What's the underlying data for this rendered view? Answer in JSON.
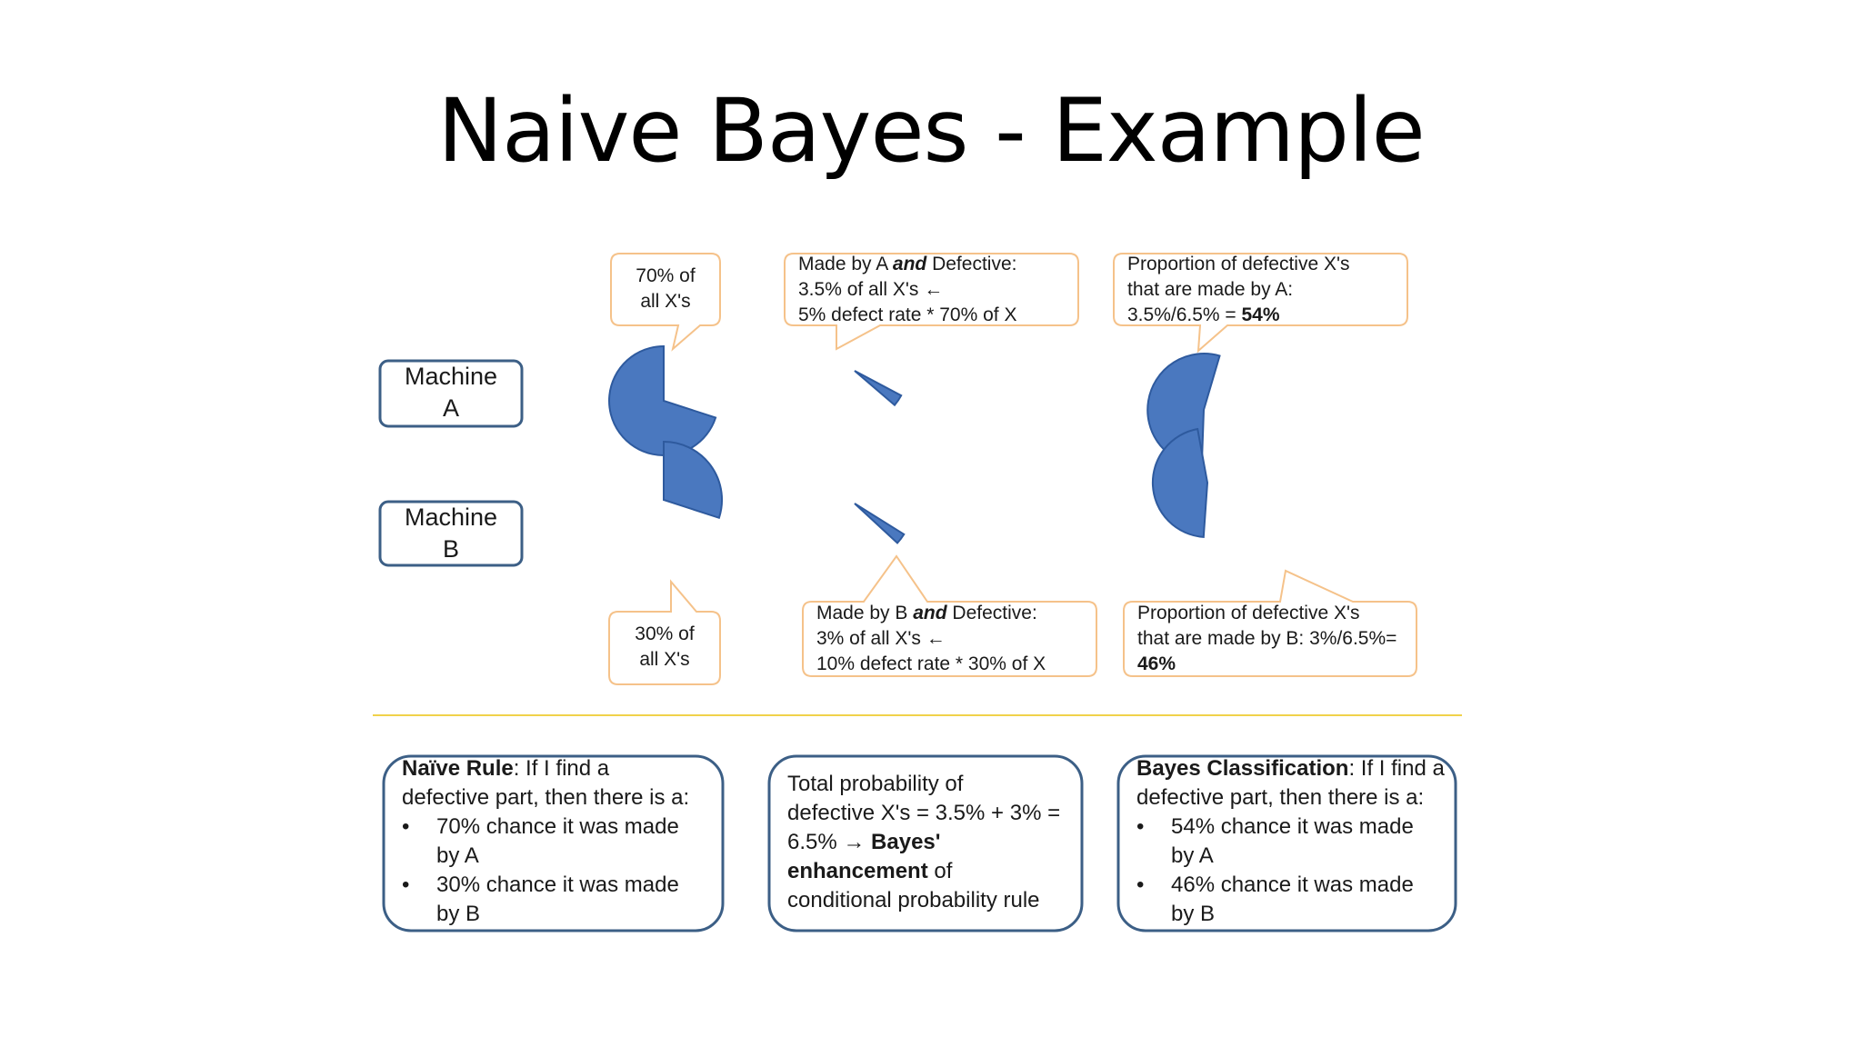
{
  "title": "Naive Bayes - Example",
  "colors": {
    "pie_fill": "#4a78bf",
    "pie_stroke": "#2e5a9e",
    "callout_border": "#f5c28a",
    "box_border": "#3c5f86",
    "divider": "#f0d24a"
  },
  "chart_data": [
    {
      "type": "pie",
      "name": "Machine A share",
      "values": [
        70
      ],
      "unit": "% of all X's"
    },
    {
      "type": "pie",
      "name": "Machine B share",
      "values": [
        30
      ],
      "unit": "% of all X's"
    },
    {
      "type": "pie",
      "name": "A and defective",
      "values": [
        3.5
      ],
      "unit": "% of all X's"
    },
    {
      "type": "pie",
      "name": "B and defective",
      "values": [
        3
      ],
      "unit": "% of all X's"
    },
    {
      "type": "pie",
      "name": "Defective made by A",
      "values": [
        54
      ],
      "unit": "%"
    },
    {
      "type": "pie",
      "name": "Defective made by B",
      "values": [
        46
      ],
      "unit": "%"
    }
  ],
  "machines": {
    "a": [
      "Machine",
      "A"
    ],
    "b": [
      "Machine",
      "B"
    ]
  },
  "callouts": {
    "a_share": [
      "70% of",
      "all X's"
    ],
    "b_share": [
      "30% of",
      "all X's"
    ],
    "a_defective": {
      "line1_pre": "Made by A ",
      "line1_em": "and",
      "line1_post": " Defective:",
      "line2": "3.5% of all X's ←",
      "line3": "5% defect rate * 70% of X"
    },
    "b_defective": {
      "line1_pre": "Made by B ",
      "line1_em": "and",
      "line1_post": " Defective:",
      "line2": "3% of all X's ←",
      "line3": "10% defect rate * 30% of X"
    },
    "a_proportion": {
      "line1": "Proportion of defective X's",
      "line2": "that are made by A:",
      "line3_pre": "3.5%/6.5% = ",
      "line3_bold": "54%"
    },
    "b_proportion": {
      "line1": "Proportion of defective X's",
      "line2": "that are made by B: 3%/6.5%=",
      "line3_bold": "46%"
    }
  },
  "boxes": {
    "naive": {
      "head_bold": "Naïve Rule",
      "head_rest": ": If I find a",
      "line2": "defective part, then there is a:",
      "bullet1a": "70% chance it was made",
      "bullet1b": "by A",
      "bullet2a": "30% chance it was made",
      "bullet2b": "by B"
    },
    "total": {
      "line1": "Total probability of",
      "line2": "defective X's = 3.5% + 3% =",
      "line3_pre": "6.5% → ",
      "line3_bold": "Bayes'",
      "line4_bold": "enhancement",
      "line4_rest": " of",
      "line5": "conditional probability rule"
    },
    "bayes": {
      "head_bold": "Bayes Classification",
      "head_rest": ": If I find a",
      "line2": "defective part, then there is a:",
      "bullet1a": "54% chance it was made",
      "bullet1b": "by A",
      "bullet2a": "46% chance it was made",
      "bullet2b": "by B"
    },
    "bullet_glyph": "•"
  }
}
